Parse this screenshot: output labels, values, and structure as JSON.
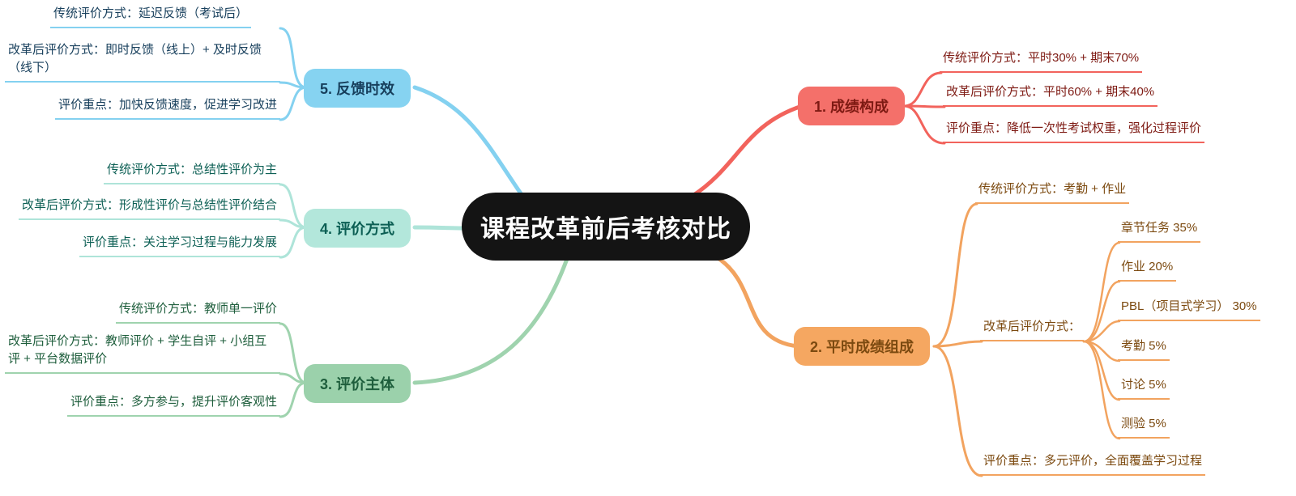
{
  "title": "课程改革前后考核对比",
  "center_colors": {
    "bg": "#141414",
    "text": "#ffffff"
  },
  "branches": [
    {
      "label": "1. 成绩构成",
      "colors": {
        "main": "#f2635c",
        "node_bg": "#f4706a",
        "text": "#7e1a13"
      },
      "items": [
        {
          "text": "传统评价方式：平时30% + 期末70%"
        },
        {
          "text": "改革后评价方式：平时60% + 期末40%"
        },
        {
          "text": "评价重点：降低一次性考试权重，强化过程评价"
        }
      ]
    },
    {
      "label": "2. 平时成绩组成",
      "colors": {
        "main": "#f2a35f",
        "node_bg": "#f5a761",
        "text": "#7c4a10"
      },
      "items": [
        {
          "text": "传统评价方式：考勤 + 作业"
        },
        {
          "text": "改革后评价方式：",
          "children": [
            {
              "text": "章节任务 35%"
            },
            {
              "text": "作业 20%"
            },
            {
              "text": "PBL（项目式学习） 30%"
            },
            {
              "text": "考勤 5%"
            },
            {
              "text": "讨论 5%"
            },
            {
              "text": "测验 5%"
            }
          ]
        },
        {
          "text": "评价重点：多元评价，全面覆盖学习过程"
        }
      ]
    },
    {
      "label": "3. 评价主体",
      "colors": {
        "main": "#9fd3ae",
        "node_bg": "#9bd1ab",
        "text": "#1e5e3c"
      },
      "items": [
        {
          "text": "传统评价方式：教师单一评价"
        },
        {
          "text": "改革后评价方式：教师评价 + 学生自评 + 小组互评 + 平台数据评价"
        },
        {
          "text": "评价重点：多方参与，提升评价客观性"
        }
      ]
    },
    {
      "label": "4. 评价方式",
      "colors": {
        "main": "#aee4d9",
        "node_bg": "#b3e7db",
        "text": "#0c5f54"
      },
      "items": [
        {
          "text": "传统评价方式：总结性评价为主"
        },
        {
          "text": "改革后评价方式：形成性评价与总结性评价结合"
        },
        {
          "text": "评价重点：关注学习过程与能力发展"
        }
      ]
    },
    {
      "label": "5. 反馈时效",
      "colors": {
        "main": "#84d1f0",
        "node_bg": "#86d3f1",
        "text": "#173f5c"
      },
      "items": [
        {
          "text": "传统评价方式：延迟反馈（考试后）"
        },
        {
          "text": "改革后评价方式：即时反馈（线上）+ 及时反馈（线下）"
        },
        {
          "text": "评价重点：加快反馈速度，促进学习改进"
        }
      ]
    }
  ]
}
